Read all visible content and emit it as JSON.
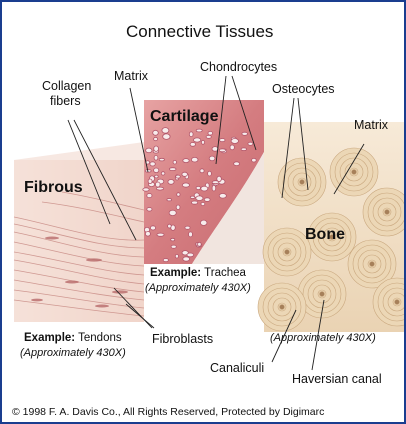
{
  "title": "Connective Tissues",
  "labels": {
    "collagen_line1": "Collagen",
    "collagen_line2": "fibers",
    "matrix_left": "Matrix",
    "chondrocytes": "Chondrocytes",
    "osteocytes": "Osteocytes",
    "matrix_right": "Matrix",
    "fibroblasts": "Fibroblasts",
    "canaliculi": "Canaliculi",
    "haversian_canal": "Haversian canal"
  },
  "panels": {
    "fibrous": {
      "name": "Fibrous",
      "example_prefix": "Example:",
      "example_value": "Tendons",
      "magnification": "(Approximately 430X)"
    },
    "cartilage": {
      "name": "Cartilage",
      "example_prefix": "Example:",
      "example_value": "Trachea",
      "magnification": "(Approximately 430X)"
    },
    "bone": {
      "name": "Bone",
      "magnification": "(Approximately 430X)"
    }
  },
  "copyright": "© 1998 F. A. Davis Co., All Rights Reserved, Protected by Digimarc",
  "colors": {
    "frame_border": "#1a3d8f",
    "fibrous_tissue": "#f4dcd2",
    "cartilage_matrix": "#d9868a",
    "bone_tissue": "#e9d6b8"
  }
}
